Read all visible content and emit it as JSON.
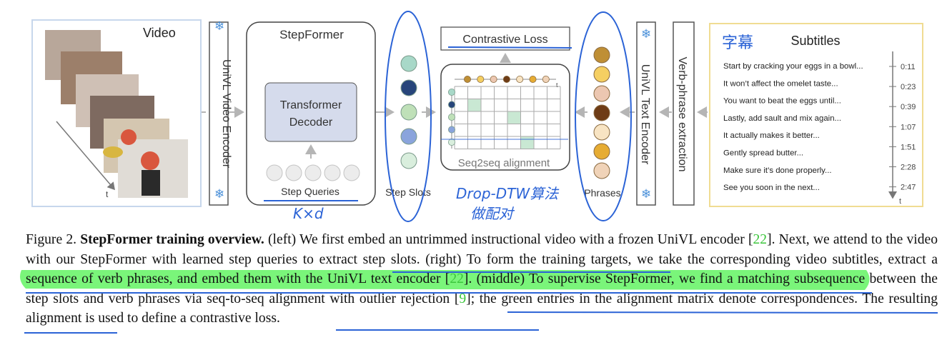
{
  "figure": {
    "video": {
      "title": "Video",
      "time_axis": "t"
    },
    "video_encoder": {
      "label": "UniVL Video Encoder"
    },
    "stepformer": {
      "title": "StepFormer",
      "decoder_line1": "Transformer",
      "decoder_line2": "Decoder",
      "queries_label": "Step Queries"
    },
    "step_slots_label": "Step Slots",
    "loss_label": "Contrastive Loss",
    "alignment": {
      "label": "Seq2seq alignment",
      "axis_t": "t"
    },
    "phrases_label": "Phrases",
    "text_encoder": {
      "label": "UniVL Text Encoder"
    },
    "verb_extraction": {
      "label": "Verb-phrase extraction"
    },
    "subtitles": {
      "title": "Subtitles",
      "lines": [
        "Start by cracking your eggs in a bowl...",
        "It won’t affect the omelet taste...",
        "You want to beat the eggs until...",
        "Lastly, add sault and mix again...",
        "It actually makes it better...",
        "Gently spread butter...",
        "Make sure it’s done properly...",
        "See you soon in the next..."
      ],
      "times": [
        "0:11",
        "0:23",
        "0:39",
        "1:07",
        "1:51",
        "2:28",
        "2:47"
      ],
      "time_axis": "t"
    },
    "annotations": {
      "subtitle_note": "字幕",
      "kxd_note": "K×d",
      "drop_dtw_line1": "Drop-DTW算法",
      "drop_dtw_line2": "做配对"
    },
    "colors": {
      "slot_colors": [
        "#a8d8c8",
        "#27457a",
        "#bfe0b8",
        "#8aa4dc",
        "#d9eedd"
      ],
      "phrase_colors": [
        "#bf8f35",
        "#f5cf62",
        "#ecc7b1",
        "#6e3c16",
        "#f8e4c3",
        "#e6ac33",
        "#f0d3b8"
      ],
      "match_cell": "#c9e8d3",
      "pen_blue": "#2b63d6",
      "highlight_green": "#4ef24e"
    }
  },
  "caption": {
    "figure_label": "Figure 2.",
    "bold_title": "StepFormer training overview.",
    "p1": " (left) We first embed an untrimmed instructional video with a frozen UniVL encoder [",
    "c1": "22",
    "p2": "]. Next, we attend to the video with our StepFormer with learned step queries to extract step slots. (right) To form the training targets, we take the corresponding video subtitles, extract a sequence of verb phrases, and embed them with the UniVL text encoder [",
    "c2": "22",
    "p3": "]. (middle) To supervise StepFormer, we find a matching subsequence between the step slots and verb phrases via seq-to-seq alignment with outlier rejection [",
    "c3": "9",
    "p4": "]; the green entries in the alignment matrix denote correspondences. The resulting alignment is used to define a contrastive loss."
  }
}
